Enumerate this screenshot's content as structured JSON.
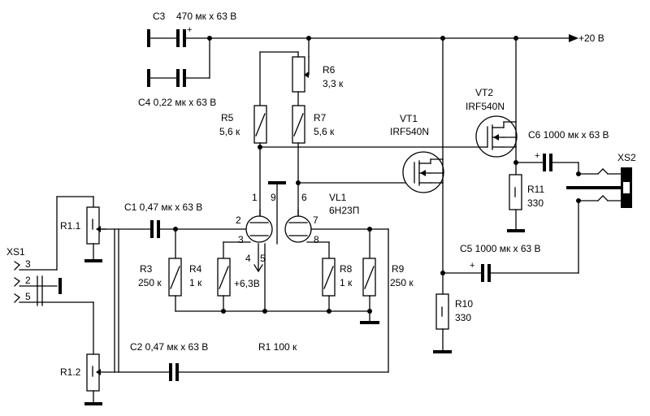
{
  "supply": {
    "label": "+20 В"
  },
  "heater": {
    "label": "+6,3В"
  },
  "components": {
    "c3": {
      "label": "C3",
      "value": "470 мк х 63 В",
      "polarity": "+"
    },
    "c4": {
      "label": "C4 0,22 мк х 63 В"
    },
    "c1": {
      "label": "C1 0,47 мк х 63 В"
    },
    "c2": {
      "label": "C2 0,47 мк х 63 В"
    },
    "c5": {
      "label": "C5 1000 мк х 63 В",
      "polarity": "+"
    },
    "c6": {
      "label": "C6 1000 мк х 63 В",
      "polarity": "+"
    },
    "r6": {
      "label": "R6",
      "value": "3,3 к"
    },
    "r5": {
      "label": "R5",
      "value": "5,6 к"
    },
    "r7": {
      "label": "R7",
      "value": "5,6 к"
    },
    "r3": {
      "label": "R3",
      "value": "250 к"
    },
    "r4": {
      "label": "R4",
      "value": "1 к"
    },
    "r8": {
      "label": "R8",
      "value": "1 к"
    },
    "r9": {
      "label": "R9",
      "value": "250 к"
    },
    "r10": {
      "label": "R10",
      "value": "330"
    },
    "r11": {
      "label": "R11",
      "value": "330"
    },
    "r1": {
      "label": "R1 100 к"
    },
    "r1_1": {
      "label": "R1.1"
    },
    "r1_2": {
      "label": "R1.2"
    },
    "vt1": {
      "label": "VT1",
      "type": "IRF540N"
    },
    "vt2": {
      "label": "VT2",
      "type": "IRF540N"
    },
    "vl1": {
      "label": "VL1",
      "type": "6Н23П"
    },
    "xs1": {
      "label": "XS1",
      "pins": [
        "3",
        "2",
        "5"
      ]
    },
    "xs2": {
      "label": "XS2"
    }
  },
  "tube_pins": {
    "p1": "1",
    "p9": "9",
    "p6": "6",
    "p2": "2",
    "p7": "7",
    "p3": "3",
    "p8": "8",
    "p4": "4",
    "p5": "5"
  }
}
